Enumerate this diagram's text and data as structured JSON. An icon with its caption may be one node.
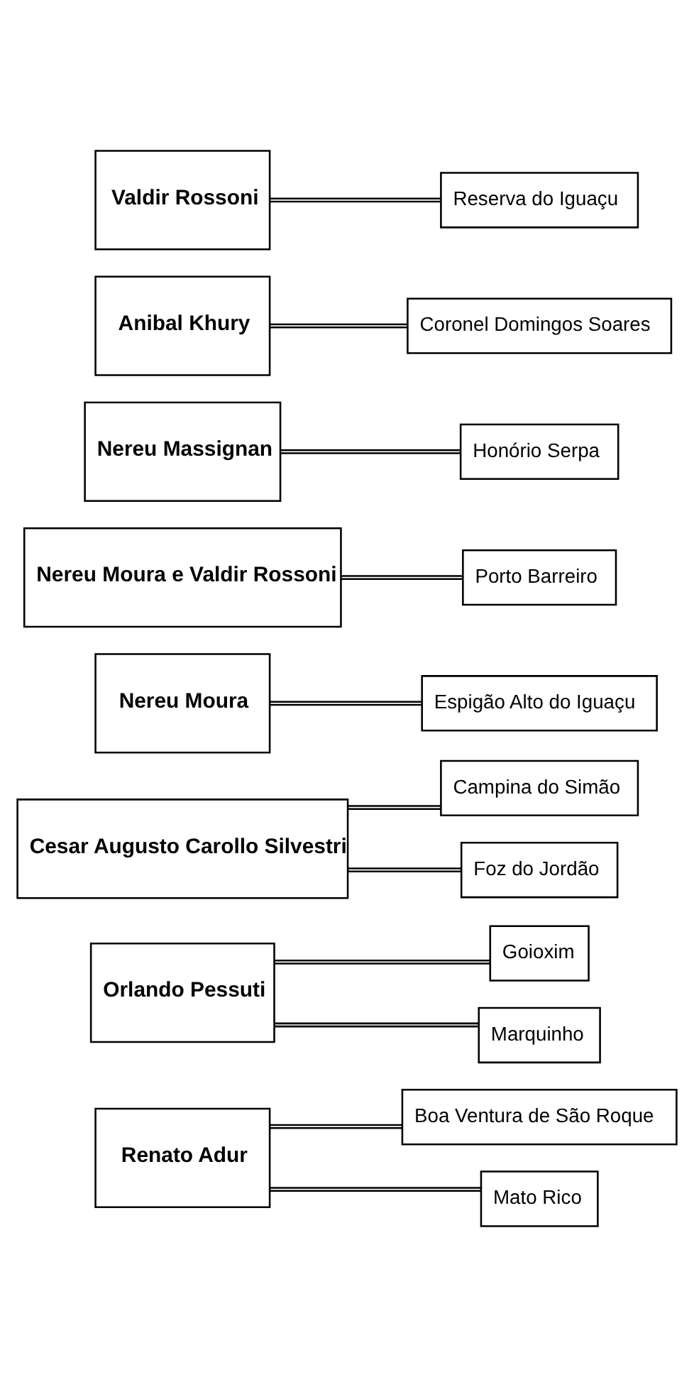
{
  "diagram": {
    "nodes": [
      {
        "text": [
          "Renato Adur"
        ]
      },
      {
        "text": [
          "Boa Ventura de São Roque"
        ]
      },
      {
        "text": [
          "Mato Rico"
        ]
      },
      {
        "text": [
          "Orlando Pessuti"
        ]
      },
      {
        "text": [
          "Goioxim"
        ]
      },
      {
        "text": [
          "Marquinho"
        ]
      },
      {
        "text": [
          "Cesar Augusto Carollo Silvestri"
        ]
      },
      {
        "text": [
          "Campina do Simão"
        ]
      },
      {
        "text": [
          "Foz do Jordão"
        ]
      },
      {
        "text": [
          "Nereu Moura"
        ]
      },
      {
        "text": [
          "Espigão Alto do Iguaçu"
        ]
      },
      {
        "text": [
          "Nereu Moura e Valdir Rossoni"
        ]
      },
      {
        "text": [
          "Porto Barreiro"
        ]
      },
      {
        "text": [
          "Nereu Massignan"
        ]
      },
      {
        "text": [
          "Honório Serpa"
        ]
      },
      {
        "text": [
          "Anibal Khury"
        ]
      },
      {
        "text": [
          "Coronel Domingos Soares"
        ]
      },
      {
        "text": [
          "Valdir Rossoni"
        ]
      },
      {
        "text": [
          "Reserva do Iguaçu"
        ]
      }
    ],
    "edges": [
      {
        "from": 0,
        "to": 1,
        "arrow": "none"
      },
      {
        "from": 0,
        "to": 2,
        "arrow": "none"
      },
      {
        "from": 3,
        "to": 4,
        "arrow": "none"
      },
      {
        "from": 3,
        "to": 5,
        "arrow": "none"
      },
      {
        "from": 6,
        "to": 7,
        "arrow": "none"
      },
      {
        "from": 6,
        "to": 8,
        "arrow": "none"
      },
      {
        "from": 9,
        "to": 10,
        "arrow": "none"
      },
      {
        "from": 11,
        "to": 12,
        "arrow": "none"
      },
      {
        "from": 13,
        "to": 14,
        "arrow": "none"
      },
      {
        "from": 15,
        "to": 16,
        "arrow": "none"
      },
      {
        "from": 17,
        "to": 18,
        "arrow": "none"
      }
    ]
  }
}
